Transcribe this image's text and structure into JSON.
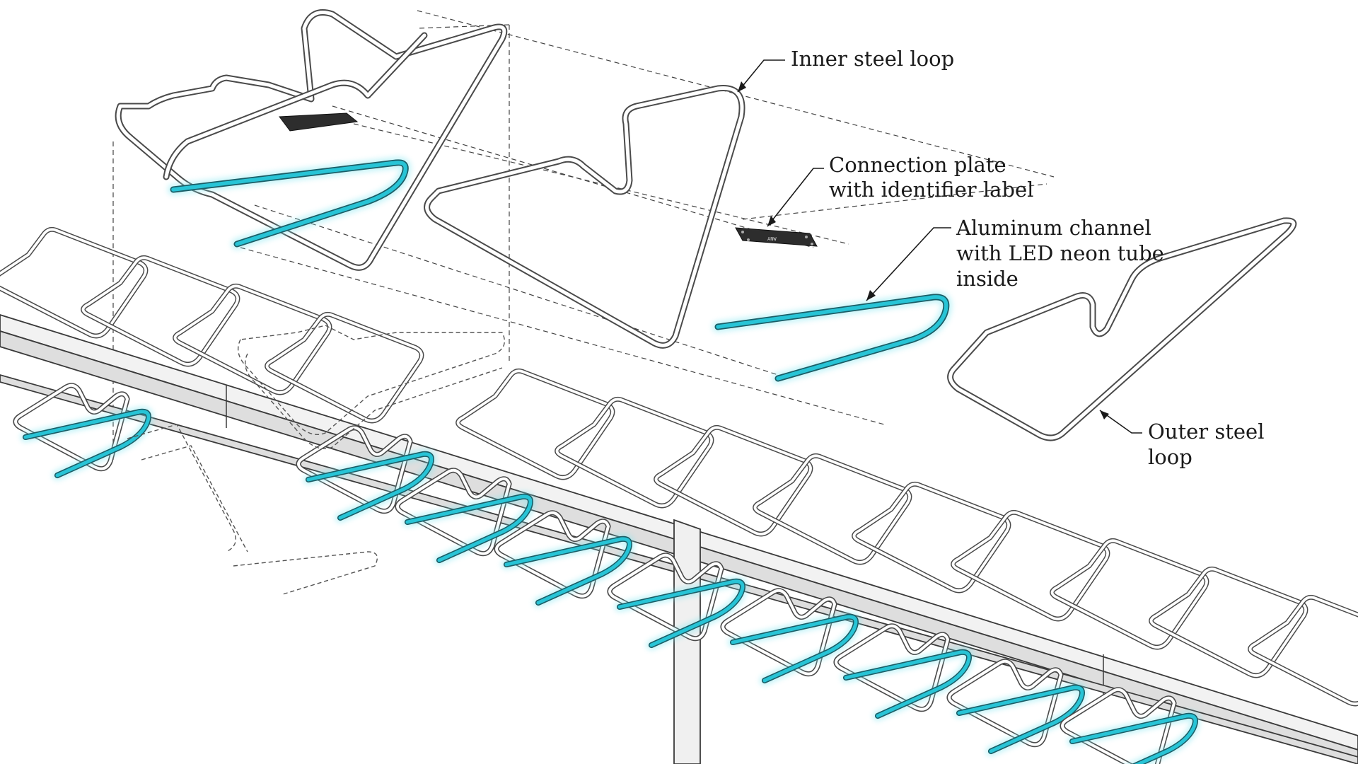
{
  "labels": {
    "inner_steel_loop": "Inner steel loop",
    "connection_plate_1": "Connection plate",
    "connection_plate_2": "with identifier label",
    "aluminum_channel_1": "Aluminum channel",
    "aluminum_channel_2": "with LED neon tube",
    "aluminum_channel_3": "inside",
    "outer_steel_loop_1": "Outer steel",
    "outer_steel_loop_2": "loop"
  },
  "plate_identifier": "ANW",
  "colors": {
    "neon": "#28c4d6",
    "neon_glow": "#7fe6f0",
    "steel": "#4a4a4a",
    "beam": "#f2f2f2"
  }
}
